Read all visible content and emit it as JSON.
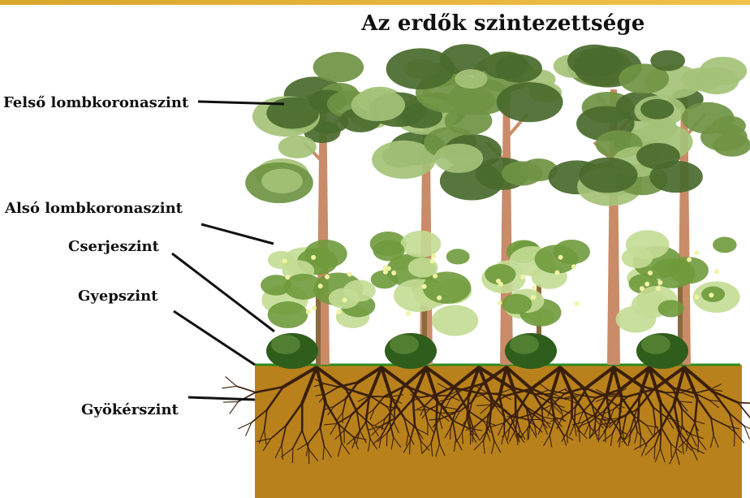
{
  "title": "Az erdők szintezettsége",
  "layers": [
    {
      "label": "Felső lombkoronaszint"
    },
    {
      "label": "Alsó lombkoronaszint"
    },
    {
      "label": "Cserjeszint"
    },
    {
      "label": "Gyepszint"
    },
    {
      "label": "Gyökérszint"
    }
  ],
  "colors": {
    "accent_bar": "#e3b33a",
    "soil": "#b8811b",
    "ground_line": "#2f8a1f",
    "root": "#3a1f0c",
    "trunk": "#c98b68",
    "upper_canopy_dark": "#496a2c",
    "upper_canopy_mid": "#6f9443",
    "upper_canopy_light": "#a4c277",
    "lower_canopy_dark": "#6f9a3c",
    "lower_canopy_light": "#c3dc94",
    "lower_canopy_blossom": "#f1f3a3",
    "shrub_dark": "#2f5d1c",
    "shrub_light": "#5f8f3a"
  }
}
